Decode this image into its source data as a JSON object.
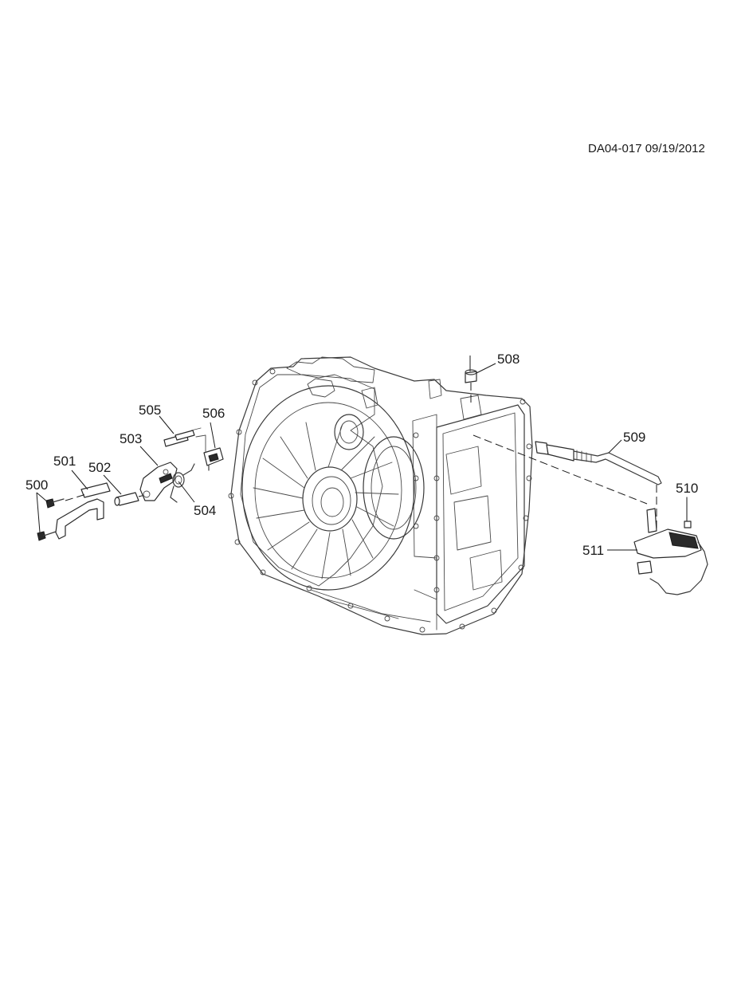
{
  "document_id": "DA04-017 09/19/2012",
  "callouts": {
    "c500": "500",
    "c501": "501",
    "c502": "502",
    "c503": "503",
    "c504": "504",
    "c505": "505",
    "c506": "506",
    "c508": "508",
    "c509": "509",
    "c510": "510",
    "c511": "511"
  }
}
